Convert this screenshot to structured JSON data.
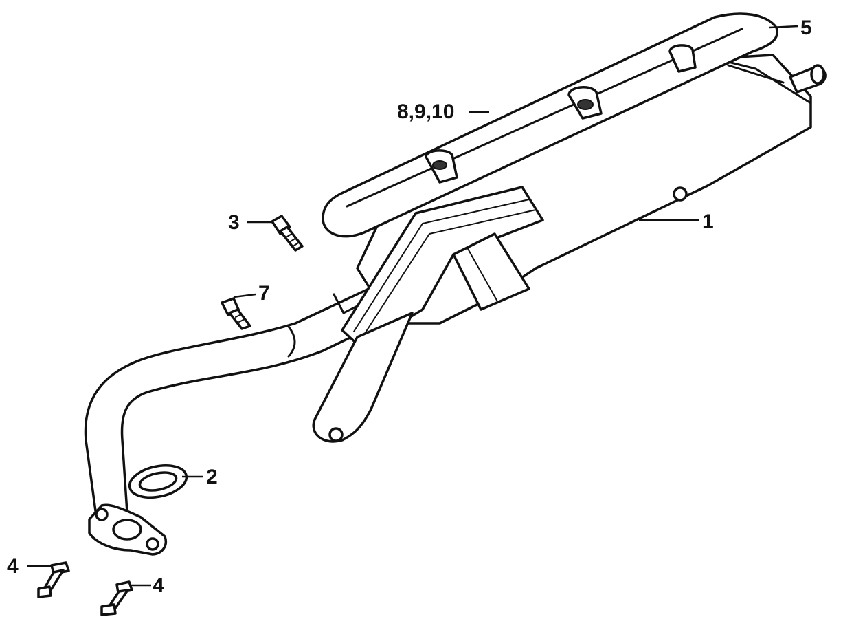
{
  "diagram": {
    "callouts": [
      {
        "id": "muffler-body",
        "label": "1"
      },
      {
        "id": "gasket",
        "label": "2"
      },
      {
        "id": "bolt-upper",
        "label": "3"
      },
      {
        "id": "flange-stud-left",
        "label": "4"
      },
      {
        "id": "flange-stud-right",
        "label": "4"
      },
      {
        "id": "heat-shield",
        "label": "5"
      },
      {
        "id": "bolt-lower",
        "label": "7"
      },
      {
        "id": "shield-screws",
        "label": "8,9,10"
      }
    ],
    "colors": {
      "line": "#111111",
      "background": "#ffffff"
    }
  }
}
